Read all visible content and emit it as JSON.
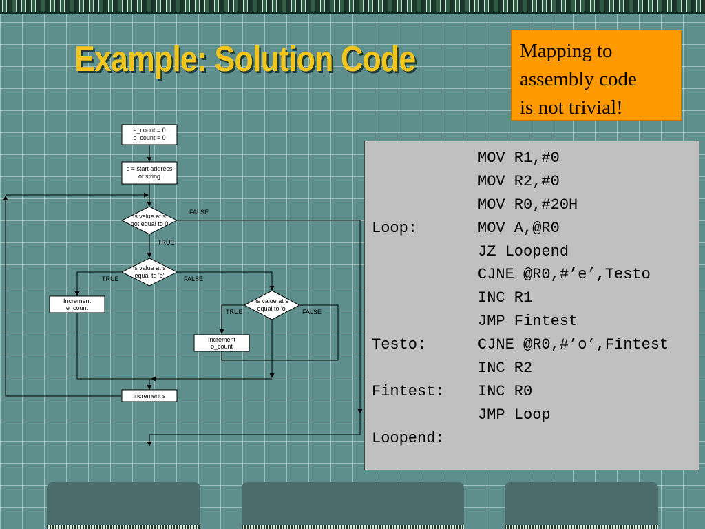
{
  "slide": {
    "title": "Example: Solution Code",
    "note_lines": [
      "Mapping to",
      "assembly code",
      "is not trivial!"
    ]
  },
  "flowchart": {
    "init_lines": [
      "e_count  = 0",
      "o_count  = 0"
    ],
    "start_lines": [
      "s = start address",
      "of string"
    ],
    "decision1_lines": [
      "is value at  s",
      "not equal to 0"
    ],
    "decision2_lines": [
      "is value at  s",
      "equal to 'e'"
    ],
    "decision3_lines": [
      "is value at  s",
      "equal to 'o'"
    ],
    "inc_e_lines": [
      "Increment",
      "e_count"
    ],
    "inc_o_lines": [
      "Increment",
      "o_count"
    ],
    "inc_s": "Increment s",
    "true_label": "TRUE",
    "false_label": "FALSE"
  },
  "code": {
    "lines": [
      {
        "label": "",
        "instr": "MOV R1,#0"
      },
      {
        "label": "",
        "instr": "MOV R2,#0"
      },
      {
        "label": "",
        "instr": "MOV R0,#20H"
      },
      {
        "label": "Loop:",
        "instr": "MOV A,@R0"
      },
      {
        "label": "",
        "instr": "JZ Loopend"
      },
      {
        "label": "",
        "instr": "CJNE @R0,#’e’,Testo"
      },
      {
        "label": "",
        "instr": "INC R1"
      },
      {
        "label": "",
        "instr": "JMP Fintest"
      },
      {
        "label": "Testo:",
        "instr": "CJNE @R0,#’o’,Fintest"
      },
      {
        "label": "",
        "instr": "INC R2"
      },
      {
        "label": "Fintest:",
        "instr": "INC R0"
      },
      {
        "label": "",
        "instr": "JMP Loop"
      },
      {
        "label": "Loopend:",
        "instr": ""
      }
    ]
  },
  "colors": {
    "background": "#5f8f8c",
    "title": "#f3c61e",
    "note": "#ff9900",
    "code_panel": "#c0c0c0"
  }
}
